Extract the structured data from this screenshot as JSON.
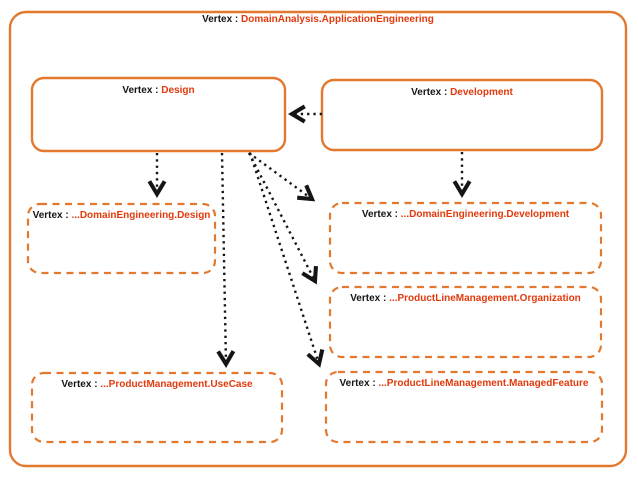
{
  "colors": {
    "border_orange": "#E2792F",
    "name_red": "#E23A0C",
    "text_black": "#151515"
  },
  "nodes": {
    "outer": {
      "prefix": "Vertex : ",
      "name": "DomainAnalysis.ApplicationEngineering"
    },
    "design": {
      "prefix": "Vertex : ",
      "name": "Design"
    },
    "development": {
      "prefix": "Vertex : ",
      "name": "Development"
    },
    "de_design": {
      "prefix": "Vertex : ",
      "name": "...DomainEngineering.Design"
    },
    "de_development": {
      "prefix": "Vertex : ",
      "name": "...DomainEngineering.Development"
    },
    "plm_organization": {
      "prefix": "Vertex : ",
      "name": "...ProductLineManagement.Organization"
    },
    "pm_usecase": {
      "prefix": "Vertex : ",
      "name": "...ProductManagement.UseCase"
    },
    "plm_managedfeature": {
      "prefix": "Vertex : ",
      "name": "...ProductLineManagement.ManagedFeature"
    }
  },
  "edges": [
    {
      "from": "development",
      "to": "design",
      "style": "dotted-arrow"
    },
    {
      "from": "design",
      "to": "de_design",
      "style": "dotted-arrow"
    },
    {
      "from": "design",
      "to": "pm_usecase",
      "style": "dotted-arrow"
    },
    {
      "from": "design",
      "to": "de_development",
      "style": "dotted-arrow"
    },
    {
      "from": "design",
      "to": "plm_organization",
      "style": "dotted-arrow"
    },
    {
      "from": "design",
      "to": "plm_managedfeature",
      "style": "dotted-arrow"
    },
    {
      "from": "development",
      "to": "de_development",
      "style": "dotted-arrow"
    }
  ]
}
